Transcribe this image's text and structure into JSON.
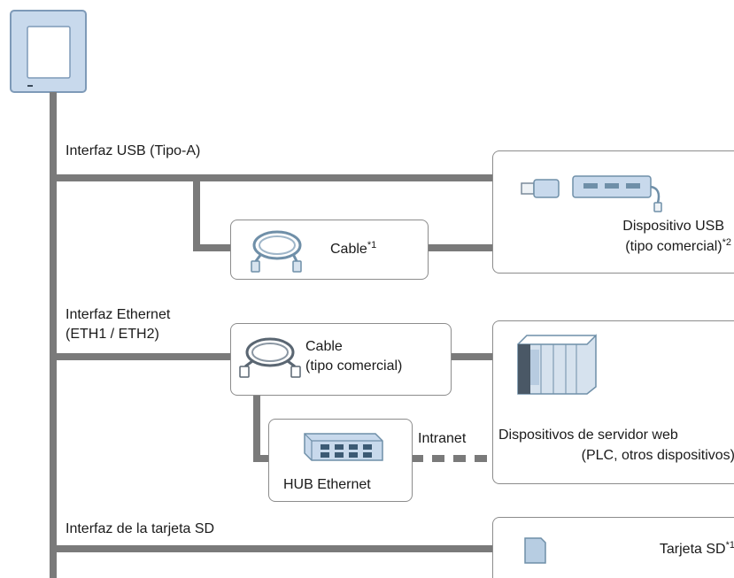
{
  "interfaces": {
    "usb": "Interfaz USB (Tipo-A)",
    "ethernet_line1": "Interfaz Ethernet",
    "ethernet_line2": "(ETH1 / ETH2)",
    "sd": "Interfaz de la tarjeta SD"
  },
  "usb_cable": {
    "label": "Cable",
    "note": "*1"
  },
  "usb_device": {
    "line1": "Dispositivo USB",
    "line2": "(tipo comercial)",
    "note": "*2"
  },
  "eth_cable": {
    "line1": "Cable",
    "line2": "(tipo comercial)"
  },
  "hub": {
    "label": "HUB Ethernet"
  },
  "intranet": {
    "label": "Intranet"
  },
  "web_server": {
    "line1": "Dispositivos de servidor web",
    "line2": "(PLC, otros dispositivos)"
  },
  "sd_card": {
    "label": "Tarjeta SD",
    "note": "*1"
  },
  "colors": {
    "line": "#7a7a7a",
    "panel_fill": "#c8d9ec",
    "panel_border": "#7e9ab8",
    "box_border": "#8c8c8c"
  }
}
